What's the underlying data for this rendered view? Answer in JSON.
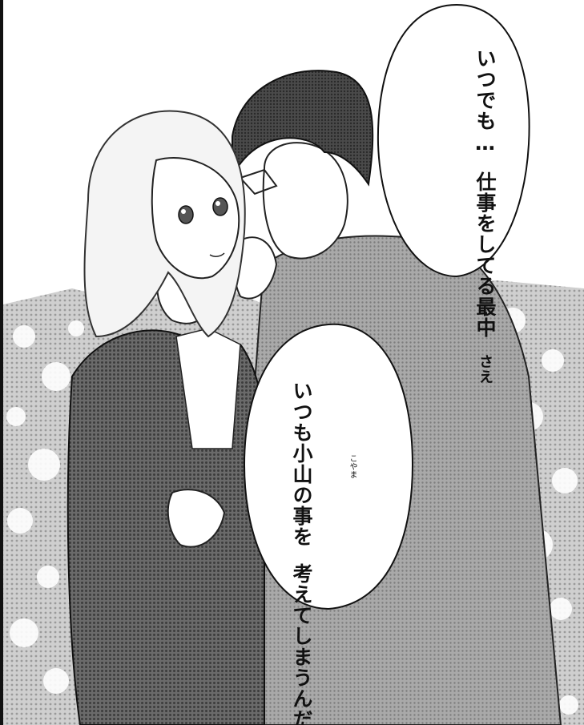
{
  "panel": {
    "bubble_top": {
      "lines": [
        "いつでも…",
        "仕事をしてる最中",
        "さえ"
      ]
    },
    "bubble_bottom": {
      "lines": [
        "いつも小山の事を",
        "考えてしまうんだ"
      ],
      "furigana": "こやま"
    }
  }
}
